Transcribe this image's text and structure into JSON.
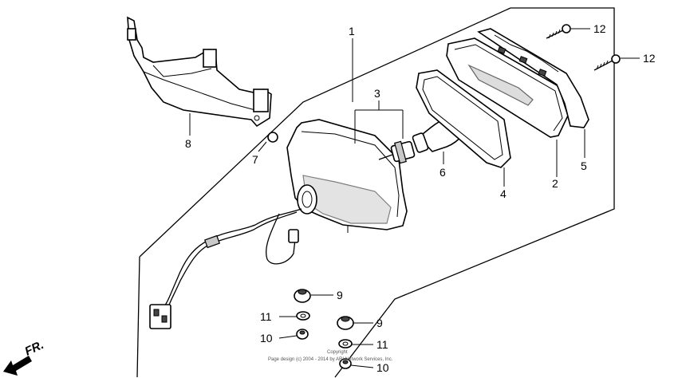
{
  "callouts": {
    "c1": "1",
    "c2": "2",
    "c3": "3",
    "c4": "4",
    "c5": "5",
    "c6": "6",
    "c7": "7",
    "c8": "8",
    "c9a": "9",
    "c9b": "9",
    "c10a": "10",
    "c10b": "10",
    "c11a": "11",
    "c11b": "11",
    "c12a": "12",
    "c12b": "12"
  },
  "direction_label": "FR.",
  "copyright": {
    "line1": "Copyright",
    "line2": "Page design (c) 2004 - 2014 by ARI Network Services, Inc."
  }
}
